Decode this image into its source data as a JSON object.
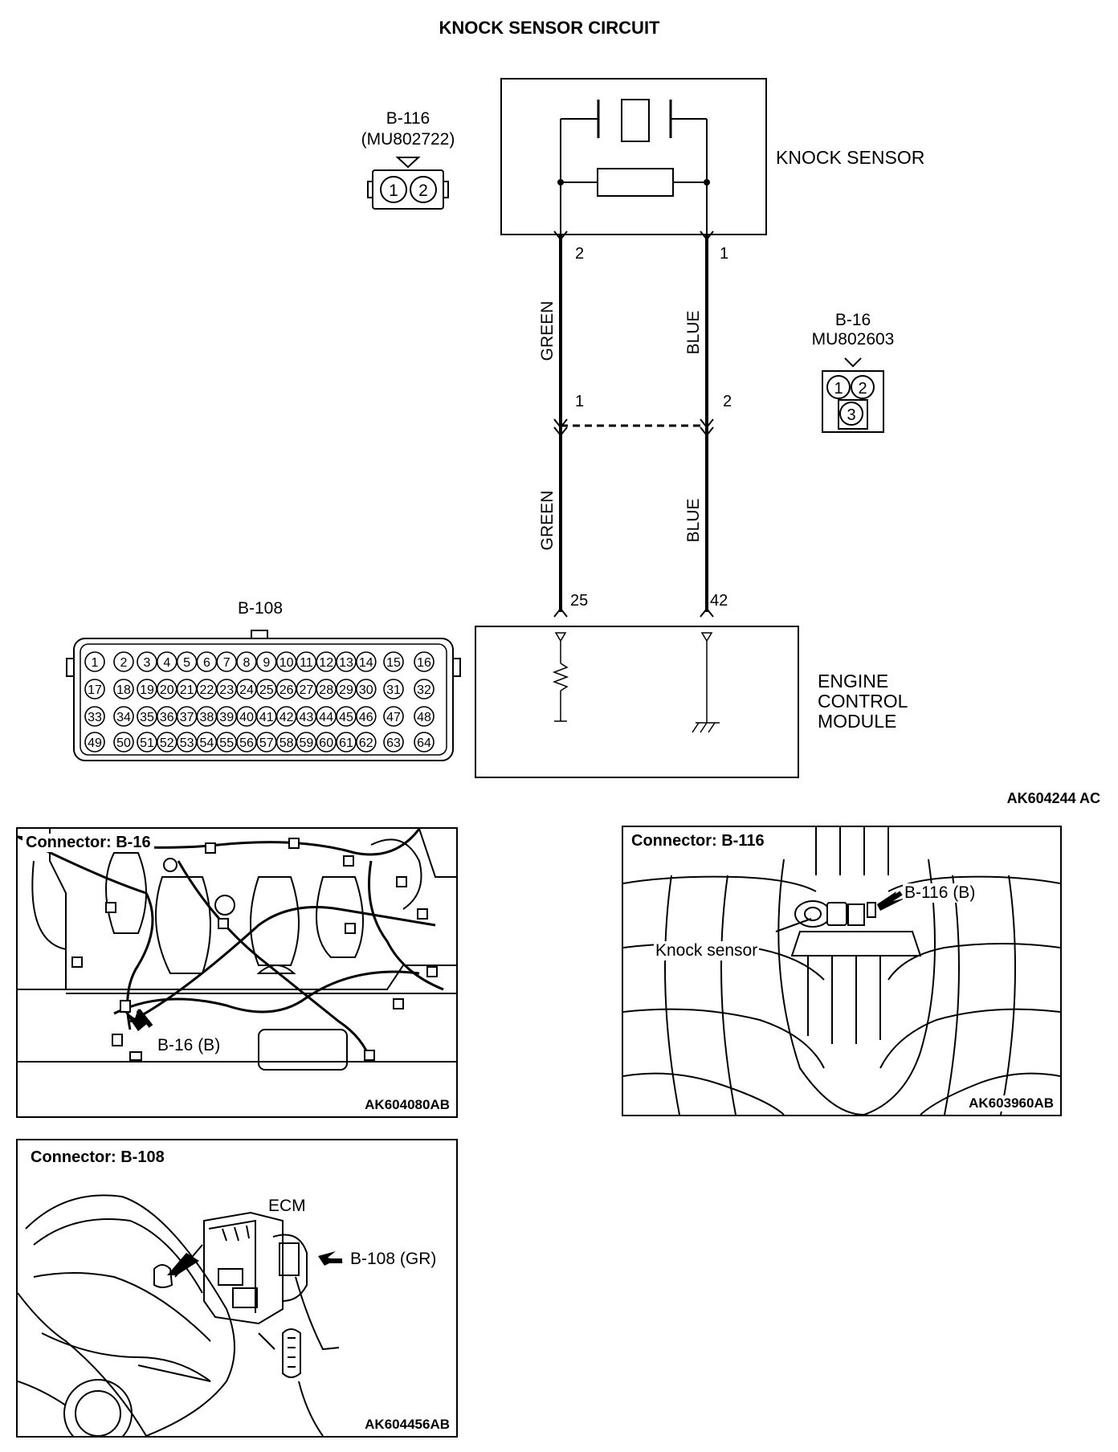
{
  "title": "KNOCK SENSOR CIRCUIT",
  "figure_id": "AK604244 AC",
  "knock_sensor": {
    "label": "KNOCK SENSOR",
    "connector_name": "B-116",
    "connector_part": "(MU802722)",
    "pins": [
      "1",
      "2"
    ]
  },
  "intermediate_connector": {
    "name": "B-16",
    "part": "MU802603",
    "pins": [
      "1",
      "2",
      "3"
    ]
  },
  "ecm_connector": {
    "name": "B-108",
    "rows": [
      [
        "1",
        "2",
        "3",
        "4",
        "5",
        "6",
        "7",
        "8",
        "9",
        "10",
        "11",
        "12",
        "13",
        "14",
        "15",
        "16"
      ],
      [
        "17",
        "18",
        "19",
        "20",
        "21",
        "22",
        "23",
        "24",
        "25",
        "26",
        "27",
        "28",
        "29",
        "30",
        "31",
        "32"
      ],
      [
        "33",
        "34",
        "35",
        "36",
        "37",
        "38",
        "39",
        "40",
        "41",
        "42",
        "43",
        "44",
        "45",
        "46",
        "47",
        "48"
      ],
      [
        "49",
        "50",
        "51",
        "52",
        "53",
        "54",
        "55",
        "56",
        "57",
        "58",
        "59",
        "60",
        "61",
        "62",
        "63",
        "64"
      ]
    ]
  },
  "ecm": {
    "label_lines": [
      "ENGINE",
      "CONTROL",
      "MODULE"
    ]
  },
  "wires": {
    "left": {
      "color_upper": "GREEN",
      "color_lower": "GREEN",
      "sensor_pin": "2",
      "b16_pin": "1",
      "ecm_pin": "25"
    },
    "right": {
      "color_upper": "BLUE",
      "color_lower": "BLUE",
      "sensor_pin": "1",
      "b16_pin": "2",
      "ecm_pin": "42"
    }
  },
  "panel_b16": {
    "title": "Connector: B-16",
    "callout": "B-16 (B)",
    "figure_id": "AK604080AB"
  },
  "panel_b116": {
    "title": "Connector: B-116",
    "callout": "B-116 (B)",
    "sensor_label": "Knock sensor",
    "figure_id": "AK603960AB"
  },
  "panel_b108": {
    "title": "Connector: B-108",
    "ecm_label": "ECM",
    "callout": "B-108 (GR)",
    "figure_id": "AK604456AB"
  }
}
